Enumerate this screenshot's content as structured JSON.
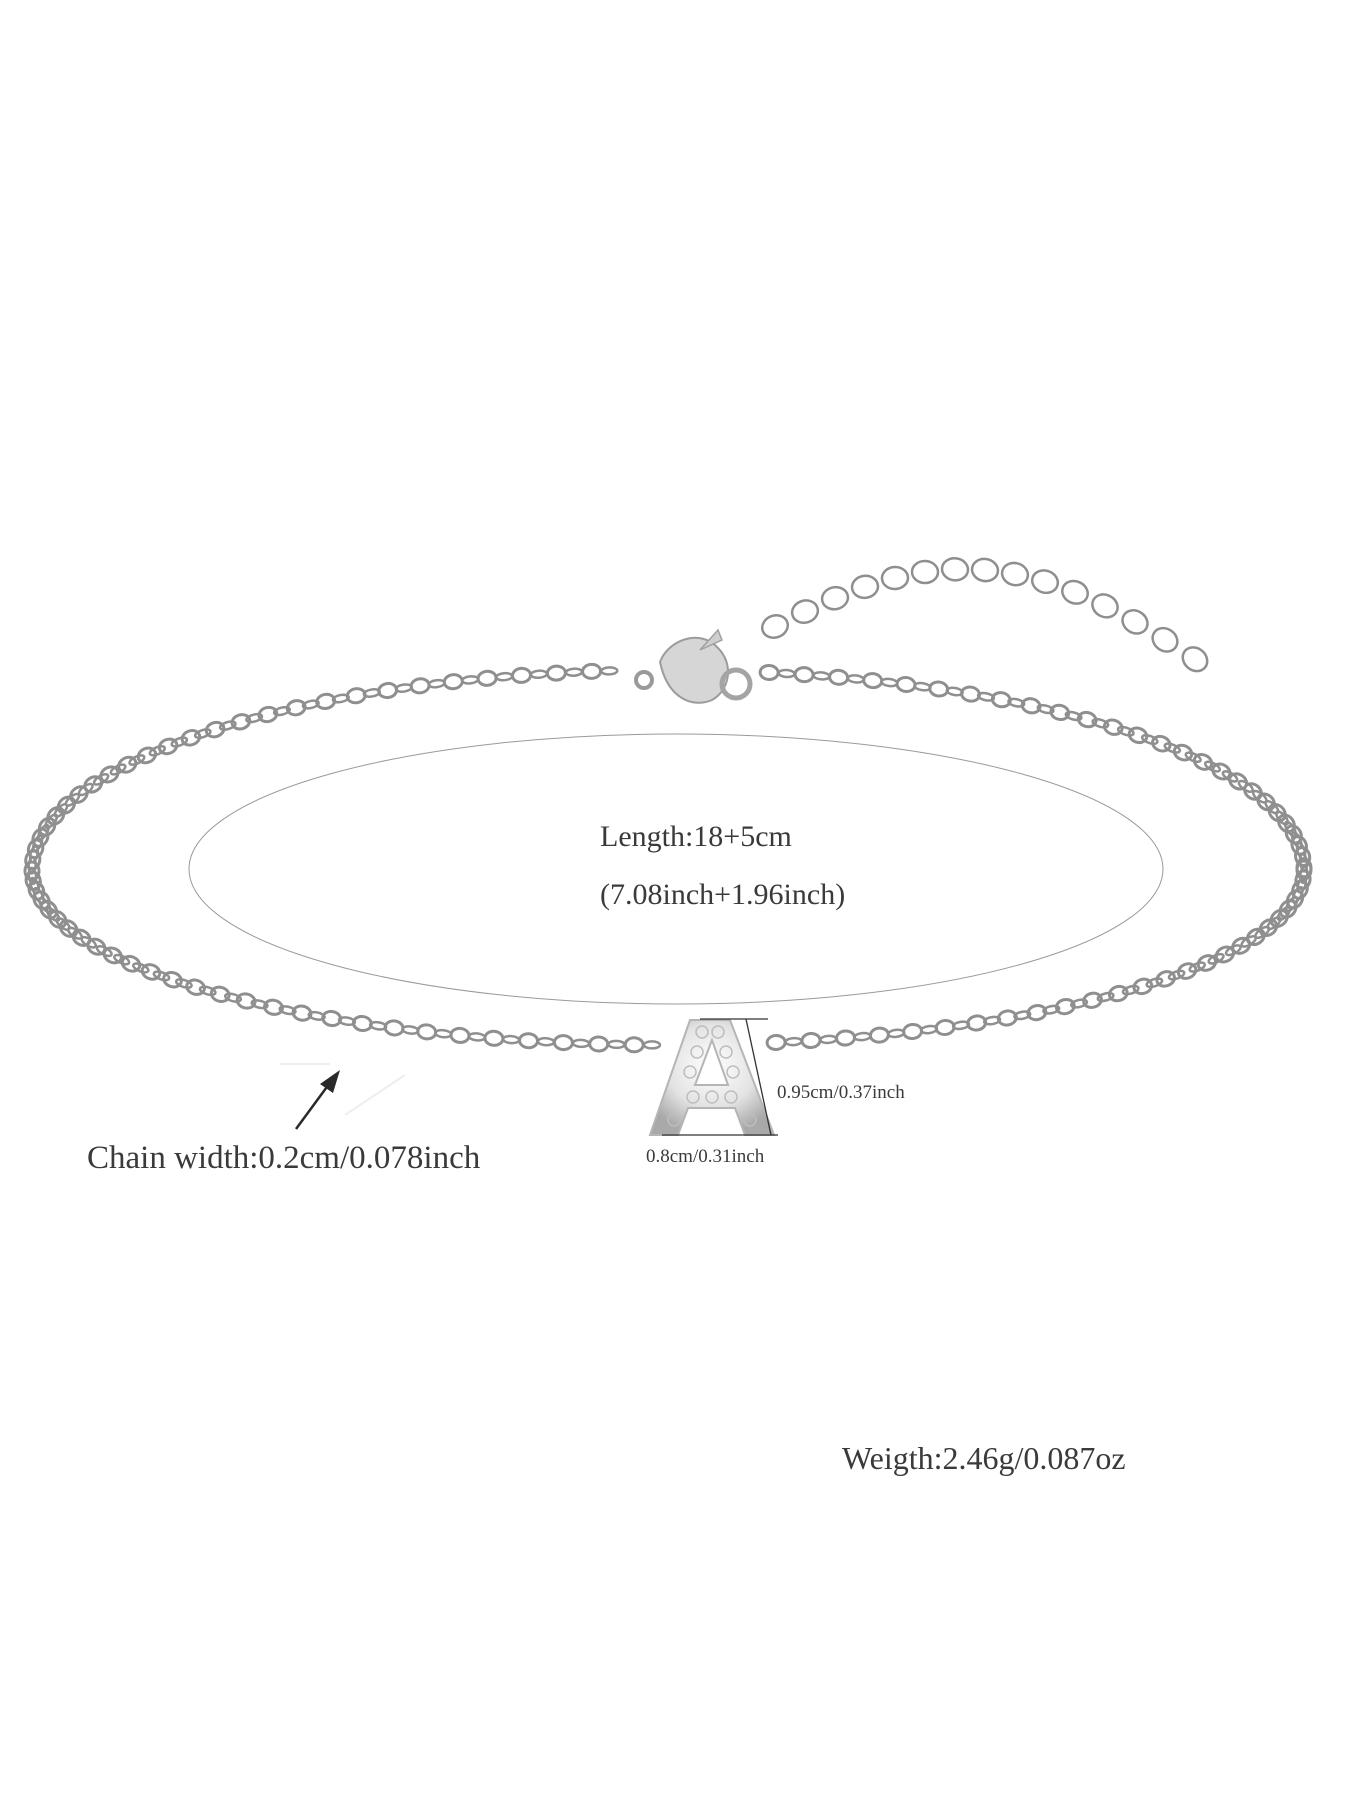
{
  "product": {
    "type": "initial letter anklet / bracelet",
    "pendant_letter": "A",
    "colors": {
      "metal": "#c8c8c8",
      "metal_dark": "#8f8f8f",
      "text": "#3a3a3a",
      "guide_line": "#9a9a9a",
      "background": "#ffffff"
    }
  },
  "annotations": {
    "length": "Length:18+5cm",
    "length_inch": "(7.08inch+1.96inch)",
    "chain_width": "Chain width:0.2cm/0.078inch",
    "pendant_height": "0.95cm/0.37inch",
    "pendant_width": "0.8cm/0.31inch",
    "weight": "Weigth:2.46g/0.087oz"
  }
}
